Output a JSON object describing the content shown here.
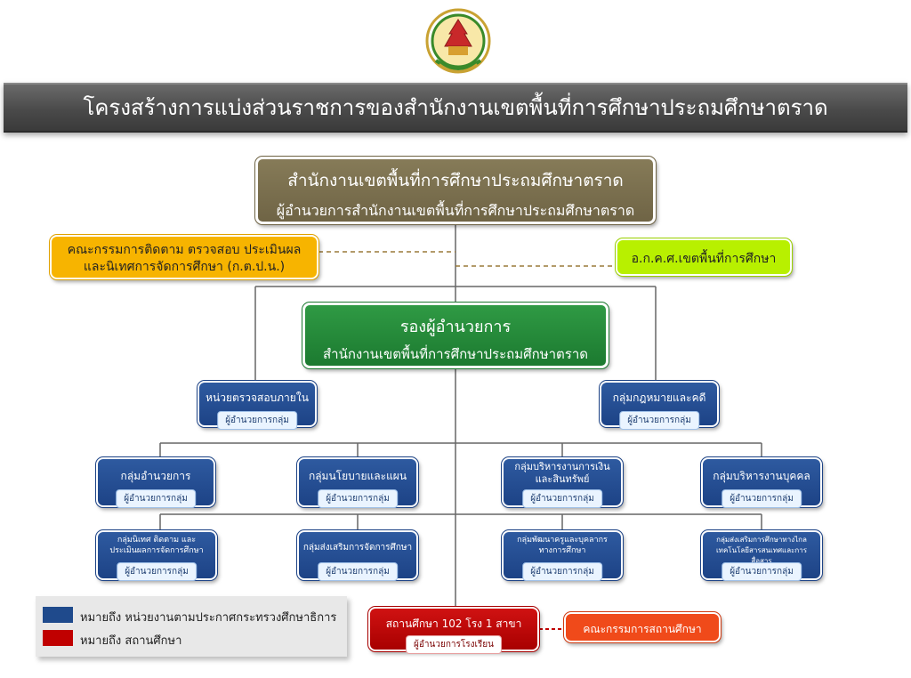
{
  "title": "โครงสร้างการแบ่งส่วนราชการของสำนักงานเขตพื้นที่การศึกษาประถมศึกษาตราด",
  "director": {
    "name": "สำนักงานเขตพื้นที่การศึกษาประถมศึกษาตราด",
    "role": "ผู้อำนวยการสำนักงานเขตพื้นที่การศึกษาประถมศึกษาตราด"
  },
  "committee": {
    "line1": "คณะกรรมการติดตาม ตรวจสอบ ประเมินผล",
    "line2": "และนิเทศการจัดการศึกษา (ก.ต.ป.น.)"
  },
  "okk": "อ.ก.ค.ศ.เขตพื้นที่การศึกษา",
  "deputy": {
    "line1": "รองผู้อำนวยการ",
    "line2": "สำนักงานเขตพื้นที่การศึกษาประถมศึกษาตราด"
  },
  "row1": [
    {
      "name": "หน่วยตรวจสอบภายใน",
      "head": "ผู้อำนวยการกลุ่ม"
    },
    {
      "name": "กลุ่มกฎหมายและคดี",
      "head": "ผู้อำนวยการกลุ่ม"
    }
  ],
  "row2": [
    {
      "name": "กลุ่มอำนวยการ",
      "head": "ผู้อำนวยการกลุ่ม"
    },
    {
      "name": "กลุ่มนโยบายและแผน",
      "head": "ผู้อำนวยการกลุ่ม"
    },
    {
      "name": "กลุ่มบริหารงานการเงินและสินทรัพย์",
      "head": "ผู้อำนวยการกลุ่ม"
    },
    {
      "name": "กลุ่มบริหารงานบุคคล",
      "head": "ผู้อำนวยการกลุ่ม"
    }
  ],
  "row3": [
    {
      "name": "กลุ่มนิเทศ ติดตาม และประเมินผลการจัดการศึกษา",
      "head": "ผู้อำนวยการกลุ่ม"
    },
    {
      "name": "กลุ่มส่งเสริมการจัดการศึกษา",
      "head": "ผู้อำนวยการกลุ่ม"
    },
    {
      "name": "กลุ่มพัฒนาครูและบุคลากรทางการศึกษา",
      "head": "ผู้อำนวยการกลุ่ม"
    },
    {
      "name": "กลุ่มส่งเสริมการศึกษาทางไกล เทคโนโลยีสารสนเทศและการสื่อสาร",
      "head": "ผู้อำนวยการกลุ่ม"
    }
  ],
  "school": {
    "name": "สถานศึกษา 102 โรง 1 สาขา",
    "head": "ผู้อำนวยการโรงเรียน"
  },
  "school_committee": "คณะกรรมการสถานศึกษา",
  "legend": [
    {
      "color": "#1f4a8c",
      "text": "หมายถึง หน่วยงานตามประกาศกระทรวงศึกษาธิการ"
    },
    {
      "color": "#c00000",
      "text": "หมายถึง สถานศึกษา"
    }
  ],
  "colors": {
    "director": "#7a6f4e",
    "deputy": "#23883a",
    "group": "#1f4a8c",
    "school": "#c00000",
    "committee": "#f7b400",
    "okk": "#b8f000",
    "school_committee": "#f04a1a"
  }
}
